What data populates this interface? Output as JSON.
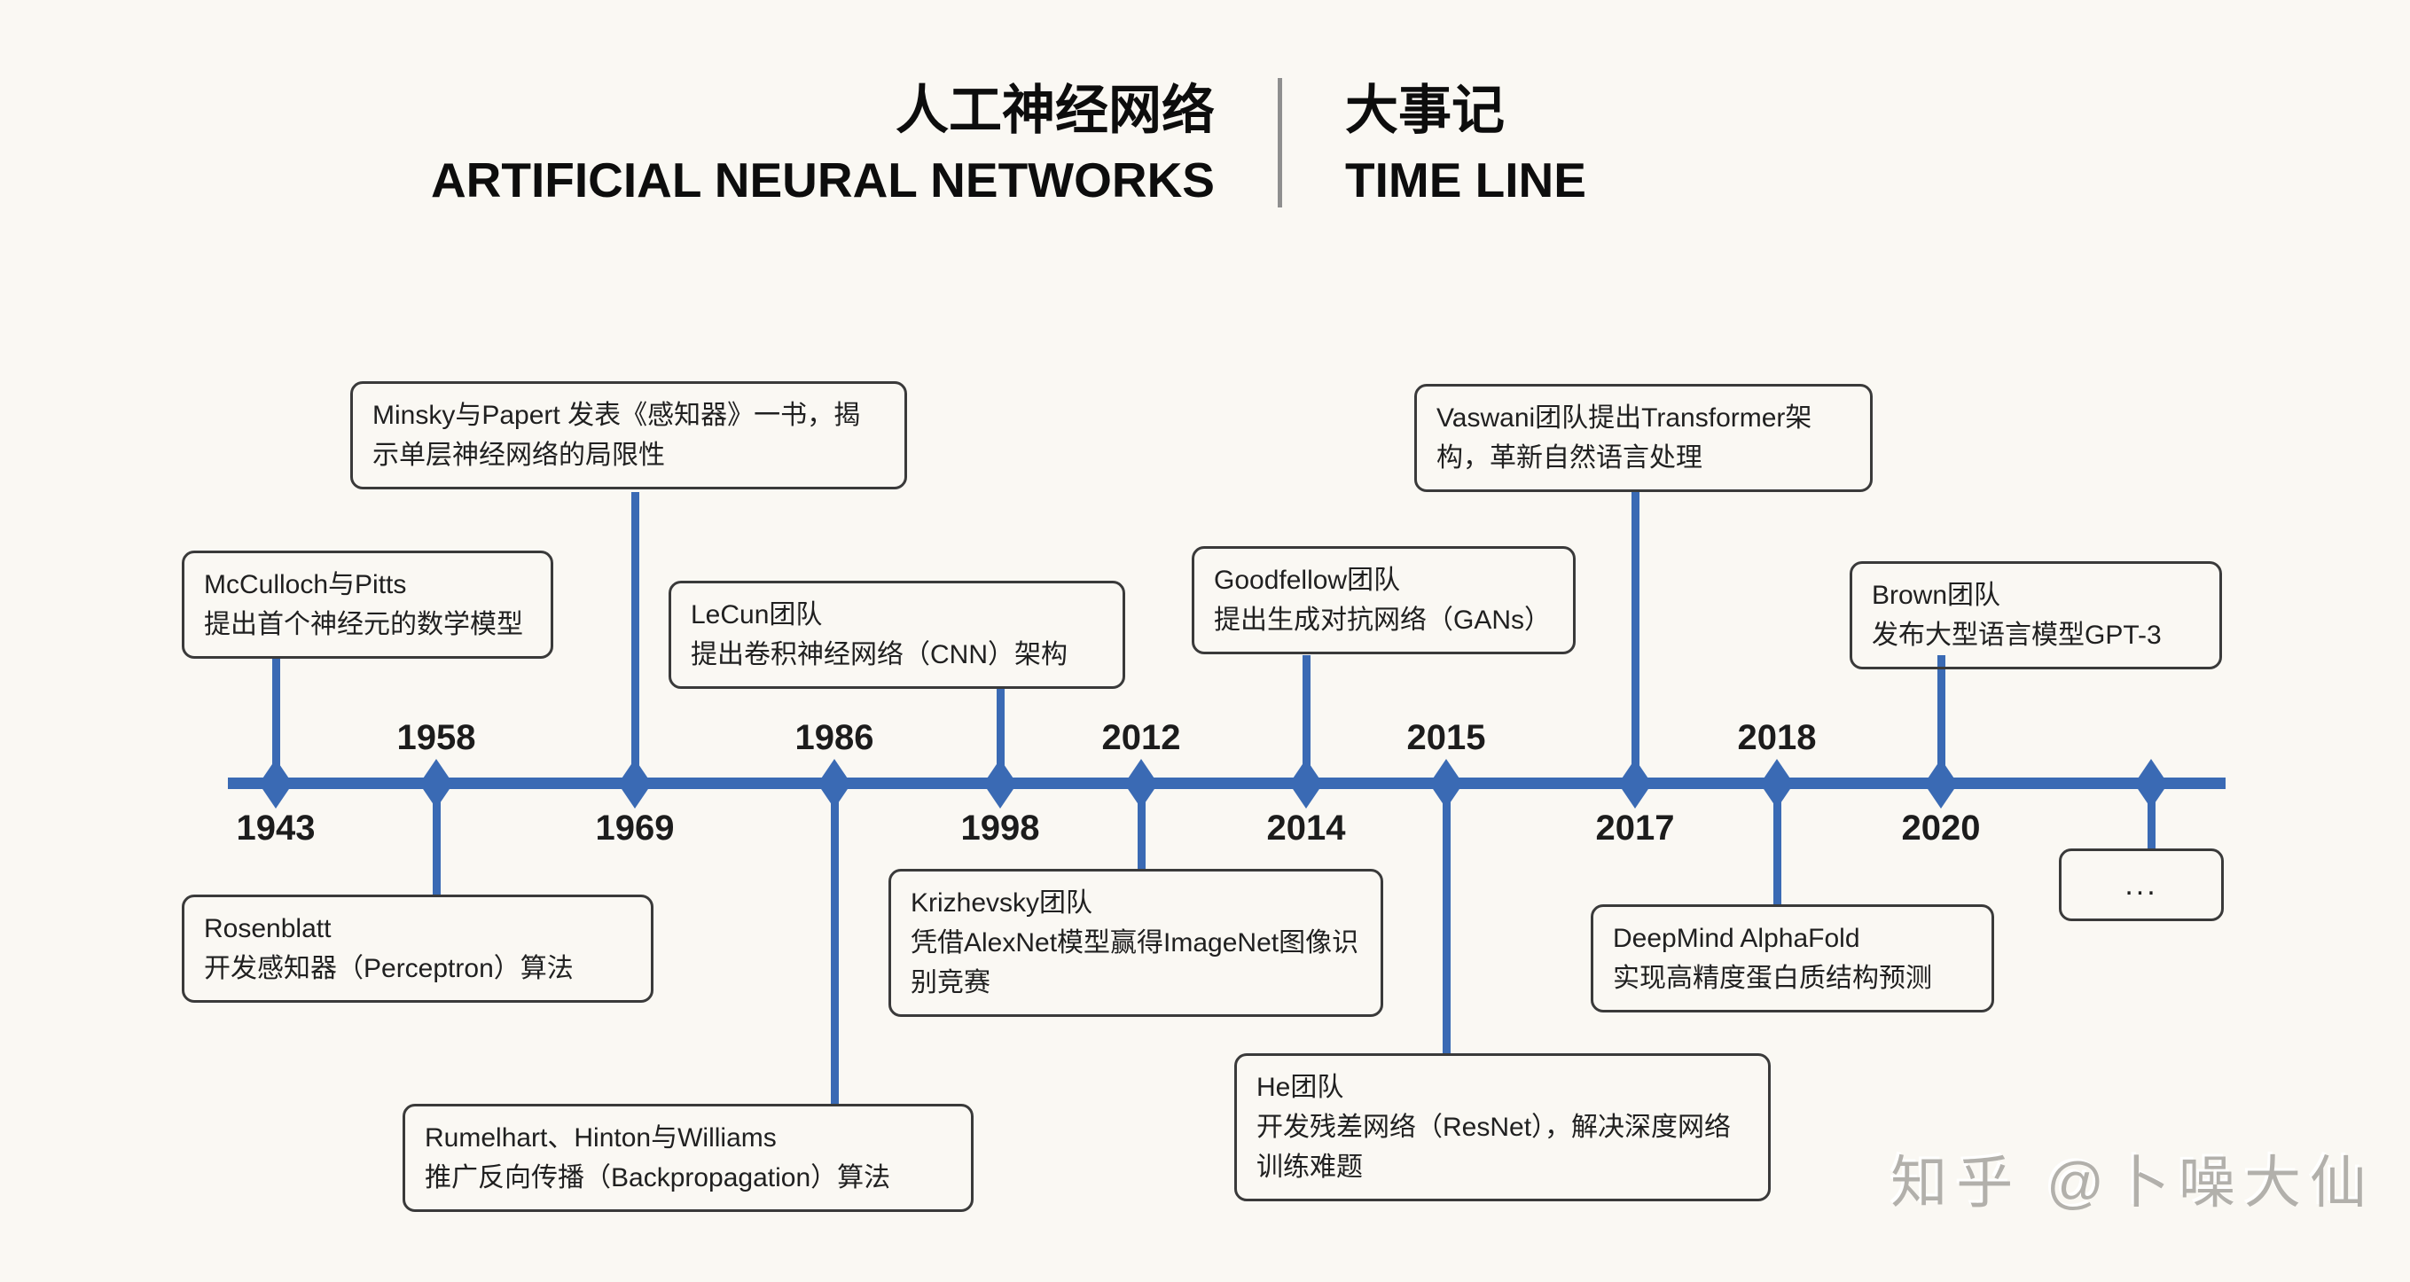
{
  "header": {
    "title_cn": "人工神经网络",
    "title_en": "ARTIFICIAL NEURAL NETWORKS",
    "subtitle_cn": "大事记",
    "subtitle_en": "TIME LINE"
  },
  "timeline": {
    "events": [
      {
        "year": "1943",
        "box_position": "above",
        "text": "McCulloch与Pitts\n提出首个神经元的数学模型"
      },
      {
        "year": "1958",
        "box_position": "below",
        "text": "Rosenblatt\n开发感知器（Perceptron）算法"
      },
      {
        "year": "1969",
        "box_position": "above",
        "text": "Minsky与Papert 发表《感知器》一书，揭\n示单层神经网络的局限性"
      },
      {
        "year": "1986",
        "box_position": "below",
        "text": "Rumelhart、Hinton与Williams\n推广反向传播（Backpropagation）算法"
      },
      {
        "year": "1998",
        "box_position": "above",
        "text": "LeCun团队\n提出卷积神经网络（CNN）架构"
      },
      {
        "year": "2012",
        "box_position": "below",
        "text": "Krizhevsky团队\n凭借AlexNet模型赢得ImageNet图像识\n别竞赛"
      },
      {
        "year": "2014",
        "box_position": "above",
        "text": "Goodfellow团队\n提出生成对抗网络（GANs）"
      },
      {
        "year": "2015",
        "box_position": "below",
        "text": "He团队\n开发残差网络（ResNet），解决深度网络\n训练难题"
      },
      {
        "year": "2017",
        "box_position": "above",
        "text": "Vaswani团队提出Transformer架\n构，革新自然语言处理"
      },
      {
        "year": "2018",
        "box_position": "below",
        "text": "DeepMind AlphaFold\n实现高精度蛋白质结构预测"
      },
      {
        "year": "2020",
        "box_position": "above",
        "text": "Brown团队\n发布大型语言模型GPT-3"
      },
      {
        "year": "",
        "box_position": "below",
        "text": "..."
      }
    ]
  },
  "watermark": {
    "text": "知乎 @卜噪大仙"
  },
  "colors": {
    "accent_blue": "#3a6ab4",
    "background": "#faf8f3",
    "box_border": "#3a3a3a",
    "watermark_gray": "#b2b0ab"
  }
}
